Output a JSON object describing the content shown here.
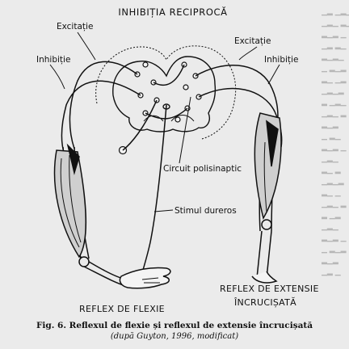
{
  "figure": {
    "title": "INHIBIȚIA RECIPROCĂ",
    "labels": {
      "excitatie_left": "Excitație",
      "inhibitie_left": "Inhibiție",
      "excitatie_right": "Excitație",
      "inhibitie_right": "Inhibiție",
      "circuit": "Circuit polisinaptic",
      "stimul": "Stimul dureros",
      "reflex_flexie": "REFLEX DE FLEXIE",
      "reflex_extensie_line1": "REFLEX DE EXTENSIE",
      "reflex_extensie_line2": "ÎNCRUCIȘATĂ"
    }
  },
  "caption": {
    "main": "Fig. 6. Reflexul de flexie și reflexul de extensie încrucișată",
    "sub": "(după Guyton, 1996, modificat)"
  }
}
